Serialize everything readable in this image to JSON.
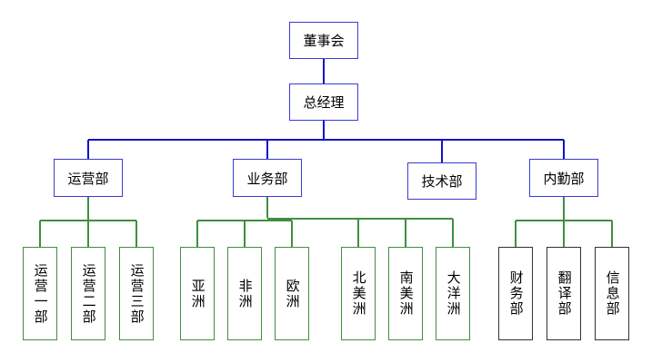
{
  "colors": {
    "blue_line": "#1212c8",
    "green_line": "#3f8f3f",
    "dark_line": "#333333",
    "blue_border": "#3a3ad8"
  },
  "board": "董事会",
  "gm": "总经理",
  "departments": {
    "operations": {
      "label": "运营部",
      "children": [
        "运营一部",
        "运营二部",
        "运营三部"
      ]
    },
    "business": {
      "label": "业务部",
      "children": [
        "亚洲",
        "非洲",
        "欧洲",
        "北美洲",
        "南美洲",
        "大洋洲"
      ]
    },
    "tech": {
      "label": "技术部"
    },
    "admin": {
      "label": "内勤部",
      "children": [
        "财务部",
        "翻译部",
        "信息部"
      ]
    }
  }
}
